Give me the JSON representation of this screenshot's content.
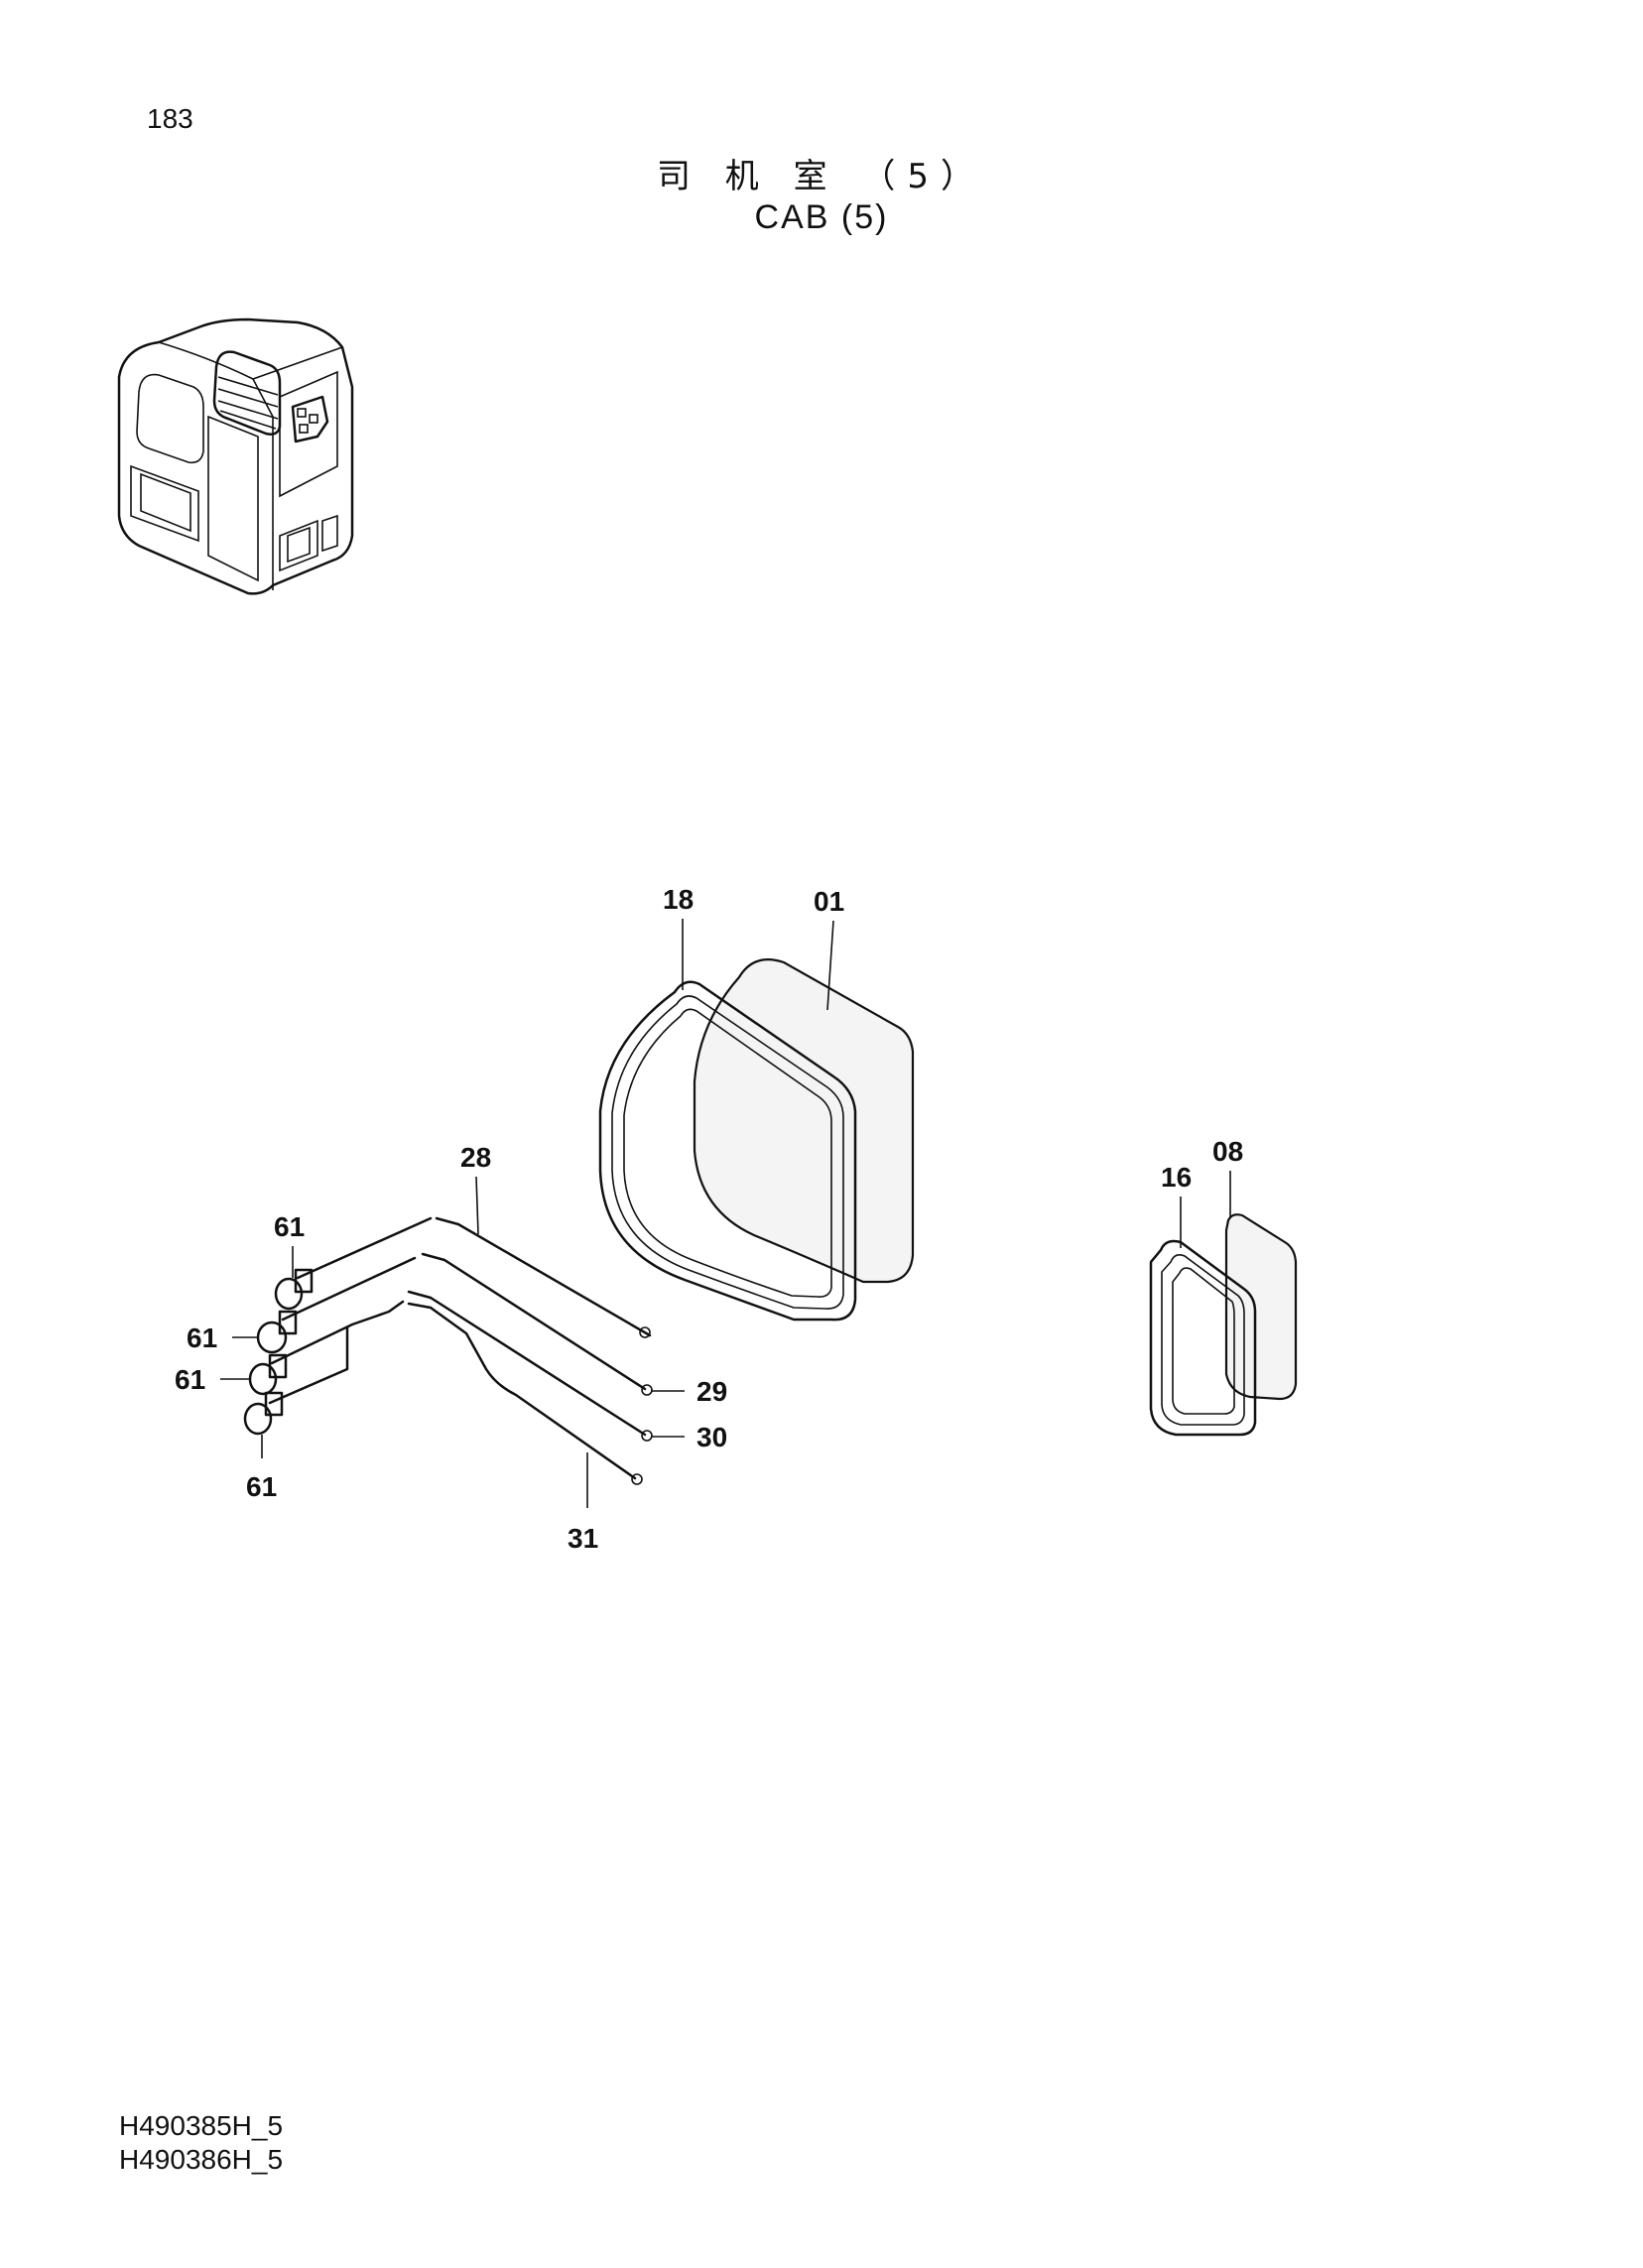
{
  "page": {
    "number": "183",
    "title_zh": "司 机 室 （5）",
    "title_en": "CAB (5)"
  },
  "diagram": {
    "overview_icon": "cab-overview-illustration",
    "callouts": [
      {
        "id": "c18",
        "label": "18"
      },
      {
        "id": "c01",
        "label": "01"
      },
      {
        "id": "c28",
        "label": "28"
      },
      {
        "id": "c08",
        "label": "08"
      },
      {
        "id": "c16",
        "label": "16"
      },
      {
        "id": "c61a",
        "label": "61"
      },
      {
        "id": "c61b",
        "label": "61"
      },
      {
        "id": "c61c",
        "label": "61"
      },
      {
        "id": "c61d",
        "label": "61"
      },
      {
        "id": "c29",
        "label": "29"
      },
      {
        "id": "c30",
        "label": "30"
      },
      {
        "id": "c31",
        "label": "31"
      }
    ]
  },
  "footer": {
    "codes": [
      "H490385H_5",
      "H490386H_5"
    ]
  }
}
